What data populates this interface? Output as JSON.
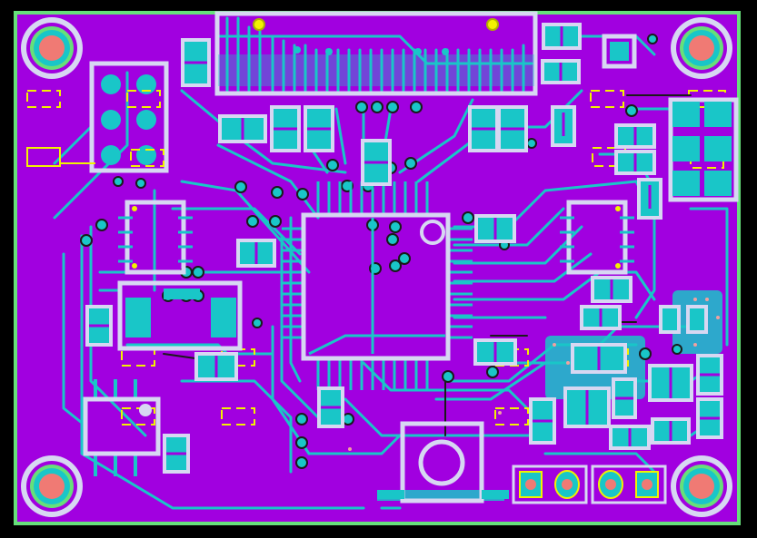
{
  "colors": {
    "background": "#000000",
    "board": "#a100e0",
    "outline": "#66e07a",
    "trace": "#19c6c8",
    "pad": "#00c0c2",
    "silkscreen": "#d7d7f2",
    "mark_yellow": "#f2f200",
    "hole": "#f07a74"
  },
  "board": {
    "mounting_holes": 4,
    "mcu_chips": 1,
    "connectors": 3,
    "tactile_buttons": 1
  }
}
